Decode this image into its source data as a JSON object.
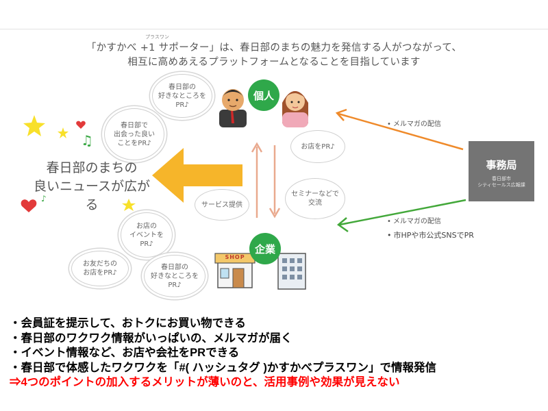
{
  "header": {
    "ruby": "プラスワン",
    "line1": "「かすかべ +1 サポーター」は、春日部のまちの魅力を発信する人がつながって、",
    "line2": "相互に高めあえるプラットフォームとなることを目指しています"
  },
  "roles": {
    "individual": "個人",
    "company": "企業"
  },
  "center_message": {
    "line1": "春日部のまちの",
    "line2": "良いニュースが広がる"
  },
  "individual_bubbles": [
    "春日部の\n好きなところを\nPR♪",
    "春日部で\n出会った良い\nことをPR♪"
  ],
  "company_bubbles": [
    "お店の\nイベントを\nPR♪",
    "お友だちの\nお店をPR♪",
    "春日部の\n好きなところを\nPR♪"
  ],
  "exchange_bubbles": {
    "store_pr": "お店をPR♪",
    "service": "サービス提供",
    "seminar": "セミナーなどで\n交流"
  },
  "shop_sign": "SHOP",
  "office": {
    "title": "事務局",
    "subtitle": "春日部市\nシティセールス広報課"
  },
  "office_notes": {
    "to_individual": [
      "メルマガの配信"
    ],
    "to_company": [
      "メルマガの配信",
      "市HPや市公式SNSでPR"
    ]
  },
  "benefits": [
    "・会員証を提示して、おトクにお買い物できる",
    "・春日部のワクワク情報がいっぱいの、メルマガが届く",
    "・イベント情報など、お店や会社をPRできる",
    "・春日部で体感したワクワクを「#( ハッシュタグ )かすかべプラスワン」で情報発信"
  ],
  "conclusion": "⇒4つのポイントの加入するメリットが薄いのと、活用事例や効果が見えない",
  "colors": {
    "role_green": "#2fa84a",
    "arrow_yellow": "#f6b52a",
    "arrow_orange": "#ef8a2a",
    "arrow_green": "#43a83a",
    "exchange_arrow": "#e9a98e",
    "office_gray": "#747474",
    "conclusion_red": "#ff0000"
  }
}
